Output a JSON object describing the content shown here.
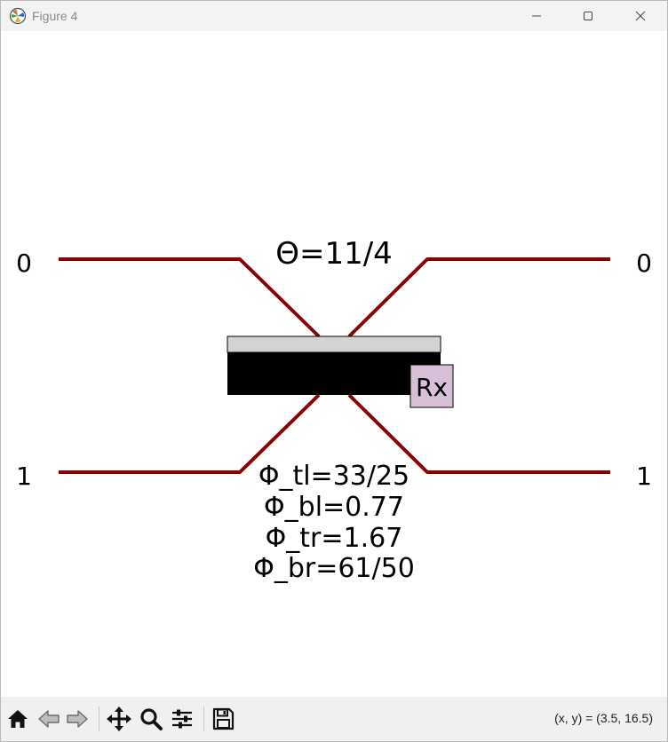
{
  "window": {
    "title": "Figure 4",
    "icon": "matplotlib-icon"
  },
  "window_controls": [
    {
      "name": "minimize-icon"
    },
    {
      "name": "maximize-icon"
    },
    {
      "name": "close-icon"
    }
  ],
  "figure": {
    "theta_label": "Θ=11/4",
    "gate_label": "Rx",
    "left_mode_labels": [
      "0",
      "1"
    ],
    "right_mode_labels": [
      "0",
      "1"
    ],
    "phase_labels": [
      "Φ_tl=33/25",
      "Φ_bl=0.77",
      "Φ_tr=1.67",
      "Φ_br=61/50"
    ],
    "colors": {
      "waveguide": "#8b0000",
      "gate_fill": "#d8bfd8",
      "splitter_top": "#d3d3d3",
      "splitter_body": "#000000"
    }
  },
  "toolbar": {
    "buttons": [
      {
        "name": "home-icon"
      },
      {
        "name": "back-icon"
      },
      {
        "name": "forward-icon"
      },
      {
        "name": "pan-icon"
      },
      {
        "name": "zoom-icon"
      },
      {
        "name": "configure-subplots-icon"
      },
      {
        "name": "save-icon"
      }
    ],
    "coordinates": "(x, y) = (3.5, 16.5)"
  }
}
